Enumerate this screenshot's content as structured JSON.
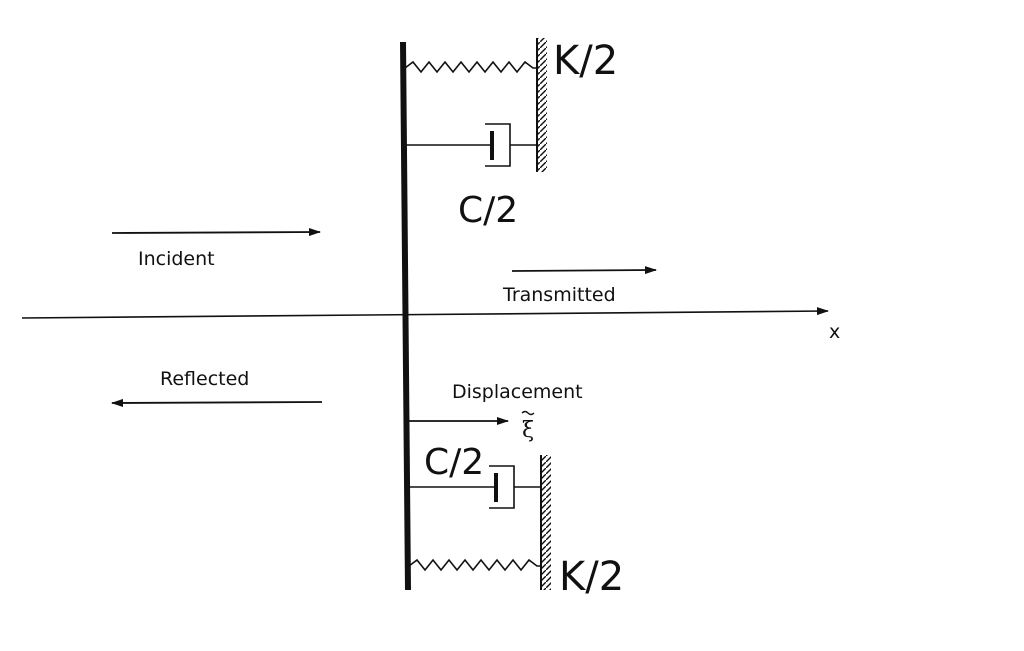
{
  "labels": {
    "incident": "Incident",
    "reflected": "Reflected",
    "transmitted": "Transmitted",
    "displacement": "Displacement",
    "xi_symbol": "ξ",
    "x_axis": "x",
    "spring_top": "K/2",
    "spring_bottom": "K/2",
    "damper_top": "C/2",
    "damper_bottom": "C/2"
  }
}
